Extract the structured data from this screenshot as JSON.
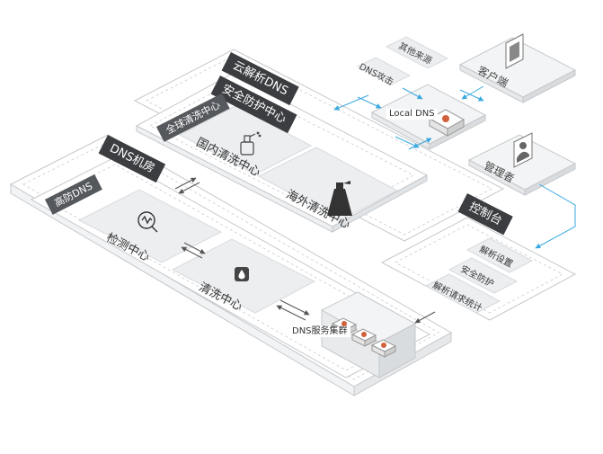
{
  "zones": {
    "cloud_dns": "云解析DNS",
    "security_center": "安全防护中心",
    "global_scrubbing": "全球清洗中心",
    "dns_room": "DNS机房",
    "high_defense": "高防DNS",
    "console": "控制台"
  },
  "areas": {
    "domestic": "国内清洗中心",
    "overseas": "海外清洗中心",
    "detection": "检测中心",
    "scrubbing": "清洗中心"
  },
  "nodes": {
    "local_dns": "Local DNS",
    "dns_cluster": "DNS服务集群",
    "client": "客户端",
    "admin": "管理者",
    "dns_attack": "DNS攻击",
    "other_source": "其他来源"
  },
  "console_items": [
    "解析设置",
    "安全防护",
    "解析请求统计"
  ],
  "colors": {
    "dark_tag": "#3b3d40",
    "gray_tag": "#55585c",
    "card_fill": "#eceef0",
    "flow_arrow": "#3aa9e0",
    "outline": "#bfc3c7"
  }
}
